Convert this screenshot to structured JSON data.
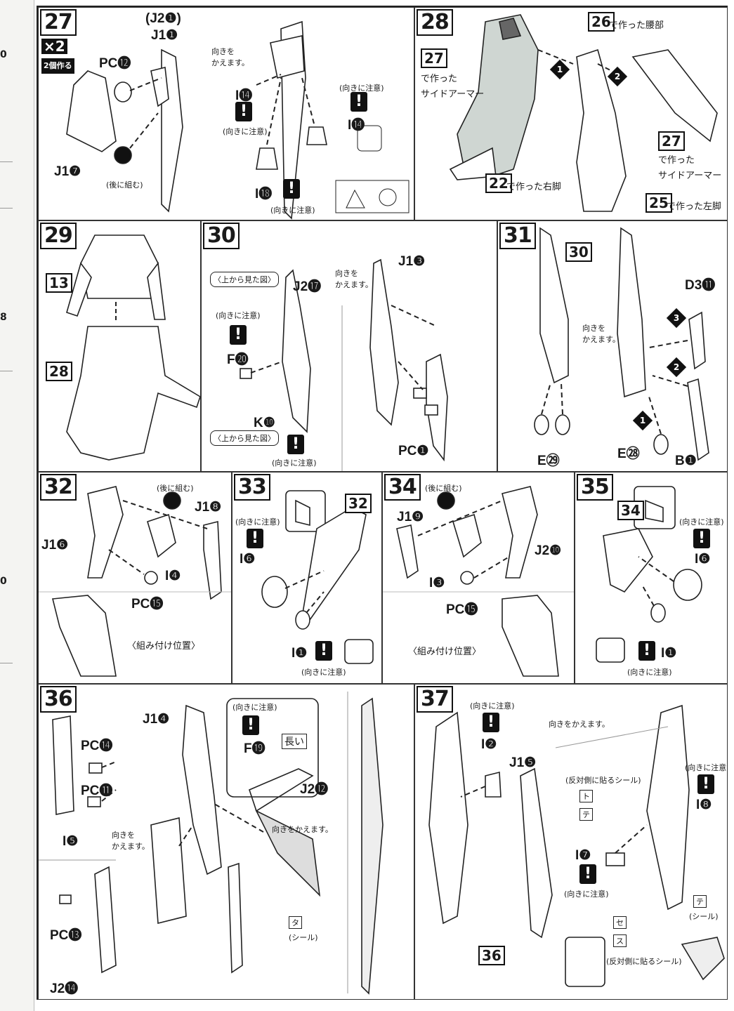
{
  "margin": {
    "marks": [
      "0",
      "8",
      "0"
    ]
  },
  "steps": {
    "s27": {
      "num": "27",
      "times": "×2",
      "times_note": "2個作る",
      "parts": [
        "(J2❶)",
        "J1❶",
        "PC⓬",
        "J1❼"
      ],
      "back": "(後に組む)",
      "turn": "向きを\nかえます。",
      "i14a": "I⓮",
      "caution": "(向きに注意)",
      "i14b": "I⓮",
      "i18": "I⓲"
    },
    "s28": {
      "num": "28",
      "ref26": "26",
      "ref26_text": "で作った腰部",
      "ref27": "27",
      "ref27_text1": "で作った",
      "ref27_text2": "サイドアーマー",
      "ref22": "22",
      "ref22_text": "で作った右脚",
      "ref25": "25",
      "ref25_text": "で作った左脚",
      "ref27b": "27",
      "ref27b_text1": "で作った",
      "ref27b_text2": "サイドアーマー",
      "seq1": "1",
      "seq2": "2"
    },
    "s29": {
      "num": "29",
      "ref13": "13",
      "ref28": "28"
    },
    "s30": {
      "num": "30",
      "topview": "〈上から見た図〉",
      "caution": "(向きに注意)",
      "f20": "F⓴",
      "j2_17": "J2⓱",
      "turn": "向きを\nかえます。",
      "j1_3": "J1❸",
      "k10": "K❿",
      "pc1": "PC❶",
      "topview2": "〈上から見た図〉",
      "caution2": "(向きに注意)"
    },
    "s31": {
      "num": "31",
      "ref30": "30",
      "d3": "D3⓫",
      "turn": "向きを\nかえます。",
      "e29": "E㉙",
      "e28": "E㉘",
      "b1": "B❶",
      "seq1": "1",
      "seq2": "2",
      "seq3": "3"
    },
    "s32": {
      "num": "32",
      "back": "(後に組む)",
      "j1_8": "J1❽",
      "j1_6": "J1❻",
      "i4": "I❹",
      "pc15": "PC⓯",
      "pos": "〈組み付け位置〉"
    },
    "s33": {
      "num": "33",
      "ref32": "32",
      "caution": "(向きに注意)",
      "i6": "I❻",
      "i1": "I❶",
      "caution2": "(向きに注意)"
    },
    "s34": {
      "num": "34",
      "back": "(後に組む)",
      "j1_9": "J1❾",
      "j2_10": "J2❿",
      "i3": "I❸",
      "pc15": "PC⓯",
      "pos": "〈組み付け位置〉"
    },
    "s35": {
      "num": "35",
      "ref34": "34",
      "caution": "(向きに注意)",
      "i6": "I❻",
      "i1": "I❶",
      "caution2": "(向きに注意)"
    },
    "s36": {
      "num": "36",
      "j1_4": "J1❹",
      "pc14": "PC⓮",
      "pc11": "PC⓫",
      "i5": "I❺",
      "turn": "向きを\nかえます。",
      "caution": "(向きに注意)",
      "f19": "F⓳",
      "long": "長い",
      "j2_12": "J2⓬",
      "turn2": "向きをかえます。",
      "seal": "(シール)",
      "sealchar": "タ",
      "pc13": "PC⓭",
      "j2_14": "J2⓮"
    },
    "s37": {
      "num": "37",
      "caution": "(向きに注意)",
      "i2": "I❷",
      "j1_5": "J1❺",
      "turn": "向きをかえます。",
      "opposite": "(反対側に貼るシール)",
      "seal_to": "ト",
      "seal_te": "テ",
      "i7": "I❼",
      "caution2": "(向きに注意)",
      "caution3": "(向きに注意)",
      "i8": "I❽",
      "seal_se": "セ",
      "seal_su": "ス",
      "opposite2": "(反対側に貼るシール)",
      "seal": "(シール)",
      "seal_te2": "テ",
      "ref36": "36"
    }
  }
}
